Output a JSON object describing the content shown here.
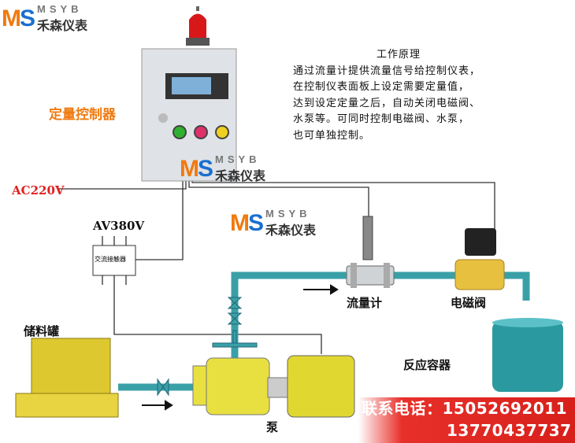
{
  "logo": {
    "mark_left": "M",
    "mark_right": "S",
    "en": "MSYB",
    "cn": "禾森仪表"
  },
  "controller_label": "定量控制器",
  "principle": {
    "title": "工作原理",
    "lines": [
      "通过流量计提供流量信号给控制仪表，",
      "在控制仪表面板上设定需要定量值，",
      "达到设定定量之后，自动关闭电磁阀、",
      "水泵等。可同时控制电磁阀、水泵，",
      "也可单独控制。"
    ]
  },
  "power": {
    "ac": "AC220V",
    "av": "AV380V"
  },
  "contactor": "交流接触器",
  "labels": {
    "flowmeter": "流量计",
    "solenoid": "电磁阀",
    "tank": "储料罐",
    "pump": "泵",
    "reactor": "反应容器"
  },
  "contact": {
    "phone_label": "联系电话：15052692011",
    "phone2": "13770437737"
  },
  "colors": {
    "pipe": "#3aa0a8",
    "wire": "#333333",
    "orange": "#f07a10",
    "red": "#e02020",
    "yellow": "#e8d020"
  }
}
